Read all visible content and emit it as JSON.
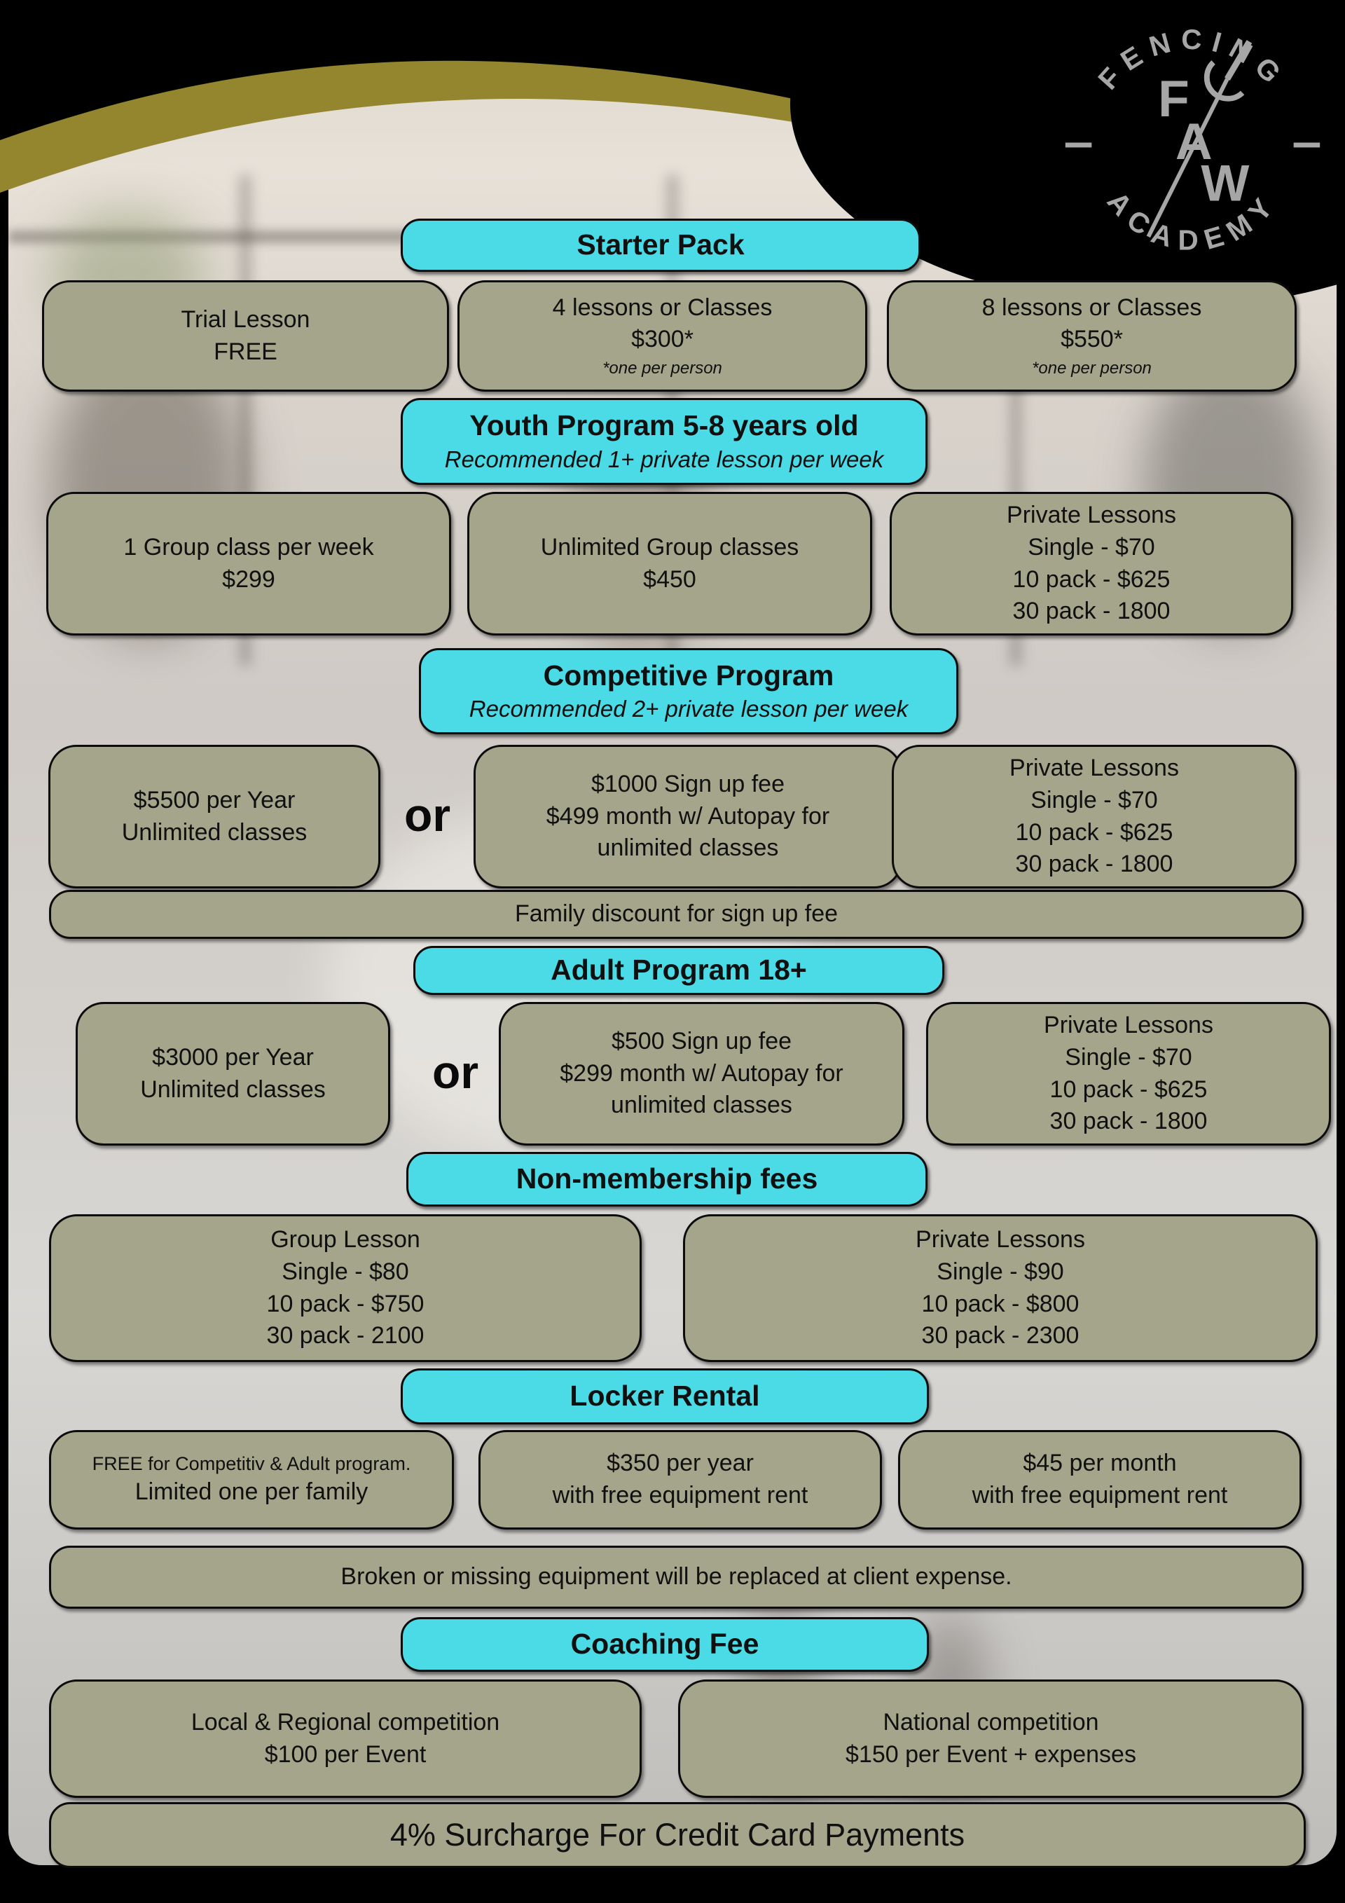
{
  "logo": {
    "arc_top": "FENCING",
    "arc_bottom": "ACADEMY",
    "monogram": {
      "f": "F",
      "a": "A",
      "w": "W"
    },
    "dash_left": "—",
    "dash_right": "—"
  },
  "colors": {
    "header_pill": "#4BDBE6",
    "card": "#A4A58A",
    "gold_accent": "#94862F",
    "background": "#000000"
  },
  "starter": {
    "title": "Starter Pack",
    "trial": {
      "line1": "Trial Lesson",
      "line2": "FREE"
    },
    "pack4": {
      "line1": "4 lessons or Classes",
      "price": "$300*",
      "note": "*one per person"
    },
    "pack8": {
      "line1": "8 lessons or Classes",
      "price": "$550*",
      "note": "*one per person"
    }
  },
  "youth": {
    "title": "Youth Program 5-8 years old",
    "subtitle": "Recommended 1+ private lesson per week",
    "weekly": {
      "line1": "1 Group class per week",
      "line2": "$299"
    },
    "unlimited": {
      "line1": "Unlimited Group classes",
      "line2": "$450"
    },
    "private": {
      "line1": "Private Lessons",
      "line2": "Single - $70",
      "line3": "10 pack - $625",
      "line4": "30 pack - 1800"
    }
  },
  "competitive": {
    "title": "Competitive Program",
    "subtitle": "Recommended 2+ private lesson per week",
    "yearly": {
      "line1": "$5500 per Year",
      "line2": "Unlimited classes"
    },
    "or_label": "or",
    "monthly": {
      "line1": "$1000 Sign up fee",
      "line2": "$499 month w/ Autopay for",
      "line3": "unlimited classes"
    },
    "private": {
      "line1": "Private Lessons",
      "line2": "Single - $70",
      "line3": "10 pack - $625",
      "line4": "30 pack - 1800"
    },
    "family_note": "Family discount for sign up fee"
  },
  "adult": {
    "title": "Adult Program 18+",
    "yearly": {
      "line1": "$3000 per Year",
      "line2": "Unlimited classes"
    },
    "or_label": "or",
    "monthly": {
      "line1": "$500 Sign up fee",
      "line2": "$299 month w/ Autopay for",
      "line3": "unlimited classes"
    },
    "private": {
      "line1": "Private Lessons",
      "line2": "Single - $70",
      "line3": "10 pack - $625",
      "line4": "30 pack - 1800"
    }
  },
  "nonmembership": {
    "title": "Non-membership fees",
    "group": {
      "line1": "Group Lesson",
      "line2": "Single - $80",
      "line3": "10 pack - $750",
      "line4": "30 pack - 2100"
    },
    "private": {
      "line1": "Private Lessons",
      "line2": "Single - $90",
      "line3": "10 pack - $800",
      "line4": "30 pack - 2300"
    }
  },
  "locker": {
    "title": "Locker Rental",
    "free": {
      "line1": "FREE for Competitiv & Adult program.",
      "line2": "Limited one per family"
    },
    "yearly": {
      "line1": "$350 per year",
      "line2": "with free equipment rent"
    },
    "monthly": {
      "line1": "$45 per month",
      "line2": "with free equipment rent"
    },
    "note": "Broken or missing equipment will be replaced at client expense."
  },
  "coaching": {
    "title": "Coaching Fee",
    "local": {
      "line1": "Local & Regional competition",
      "line2": "$100 per Event"
    },
    "national": {
      "line1": "National competition",
      "line2": "$150 per Event + expenses"
    }
  },
  "footer": {
    "surcharge": "4% Surcharge For Credit Card Payments"
  }
}
